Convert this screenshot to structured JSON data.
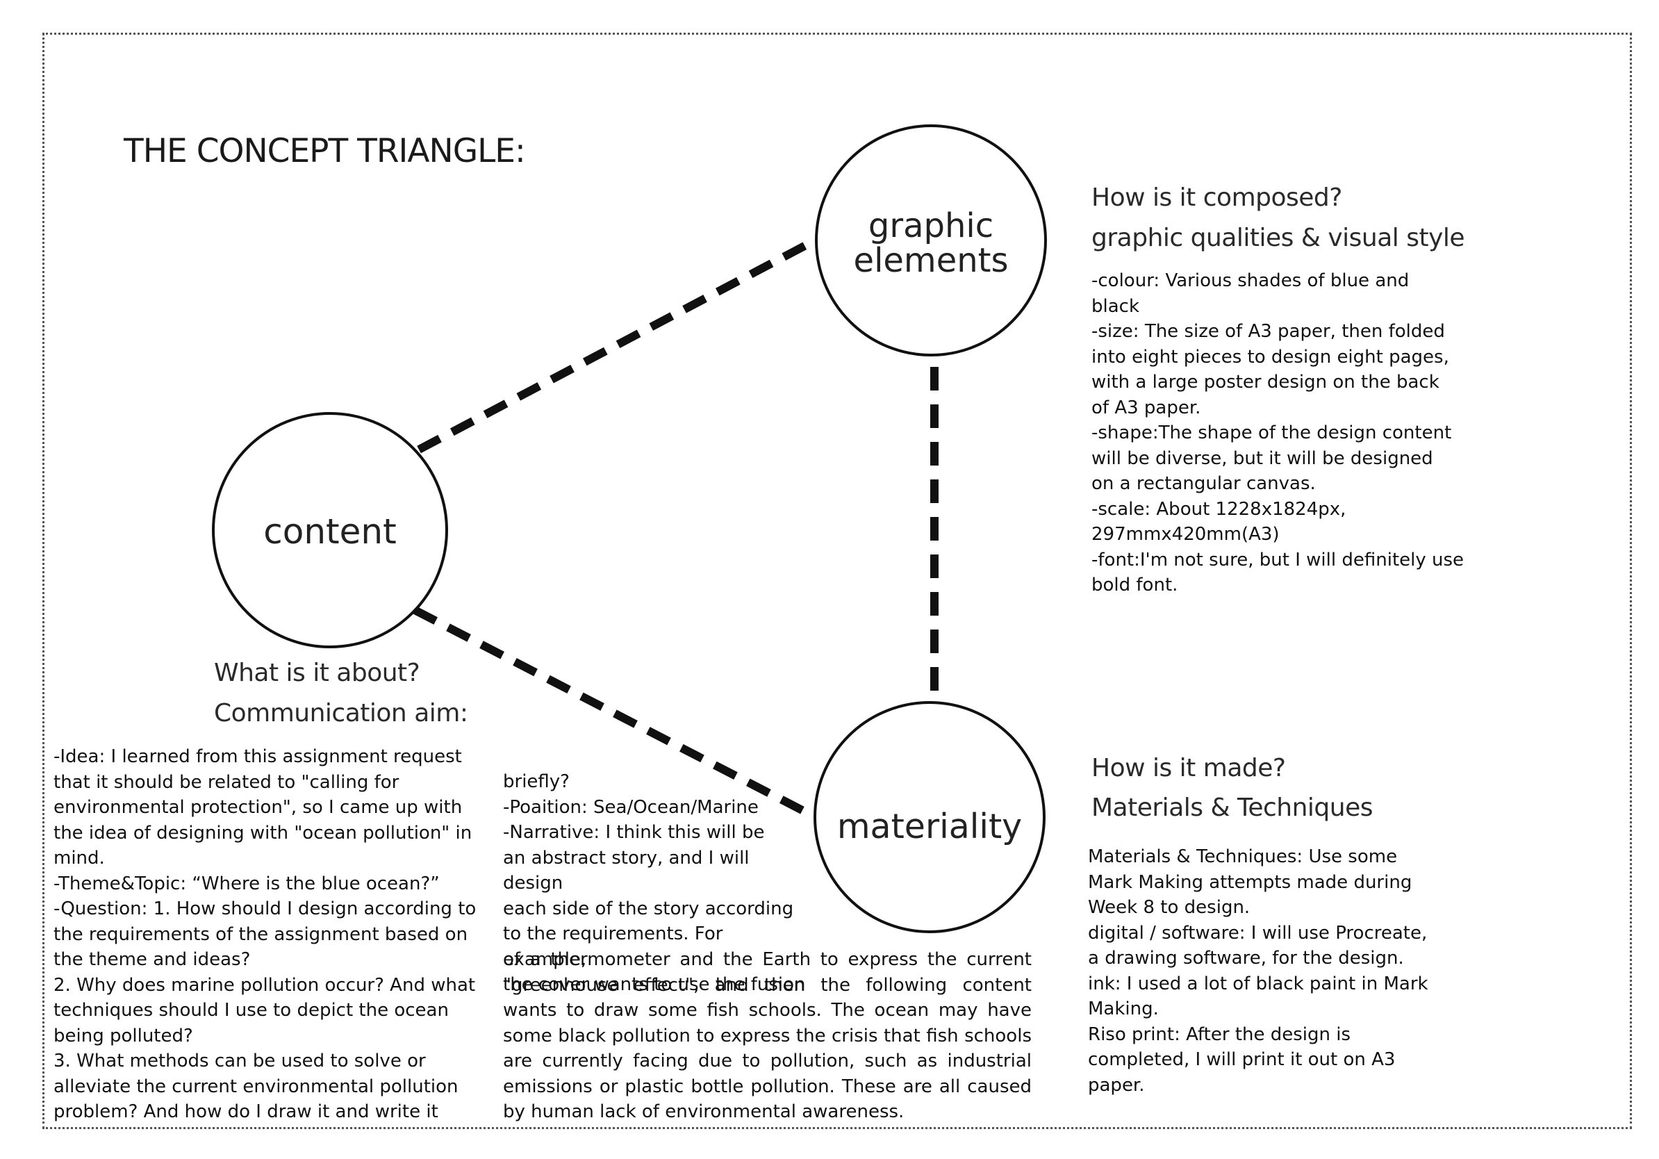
{
  "title": "THE CONCEPT TRIANGLE:",
  "nodes": {
    "graphic_elements": "graphic\nelements",
    "content": "content",
    "materiality": "materiality"
  },
  "graphic": {
    "question": "How is it composed?",
    "subheading": "graphic qualities & visual style",
    "body": "-colour: Various shades of blue and\nblack\n-size: The size of A3 paper, then folded\ninto eight pieces to design eight pages,\nwith a large poster design on the back\nof A3 paper.\n-shape:The shape of the design content\nwill be diverse, but it will be designed\non a rectangular canvas.\n-scale: About 1228x1824px,\n297mmx420mm(A3)\n-font:I'm not sure, but I will definitely use\nbold font."
  },
  "content": {
    "question": "What is it about?",
    "subheading": "Communication aim:",
    "body_left": "-Idea: I learned from this assignment request\nthat it should be related to \"calling for\nenvironmental protection\", so I came up with\nthe idea of designing with \"ocean pollution\" in\nmind.\n-Theme&Topic: “Where is the blue ocean?”\n-Question: 1. How should I design according to\nthe requirements of the assignment based on\nthe theme and ideas?\n2. Why does marine pollution occur? And what\ntechniques should I use to depict the ocean\nbeing polluted?\n3. What methods can be used to solve or\nalleviate the current environmental pollution\nproblem? And how do I draw it and write it",
    "body_middle_top": "briefly?\n-Poaition: Sea/Ocean/Marine\n-Narrative: I think this will be\nan abstract story, and I will design\neach side of the story according\nto the requirements. For example,\nthe cover wants to use the fusion",
    "body_middle_bottom": "of a thermometer and the Earth to express the current \"greenhouse effect\", and then the following content wants to draw some fish schools. The ocean may have some black pollution to express the crisis that fish schools are currently facing due to pollution, such as industrial emissions or plastic bottle pollution. These are all caused by human lack of environmental awareness."
  },
  "materiality": {
    "question": "How is it made?",
    "subheading": "Materials & Techniques",
    "body": "Materials & Techniques: Use some\nMark Making attempts made during\nWeek 8 to design.\ndigital / software: I will use Procreate,\na drawing software, for the design.\nink: I used a lot of black paint in Mark\nMaking.\nRiso print: After the design is\ncompleted, I will print it out on A3\npaper."
  },
  "colors": {
    "stroke": "#111111",
    "frame": "#555555",
    "text": "#111111"
  }
}
